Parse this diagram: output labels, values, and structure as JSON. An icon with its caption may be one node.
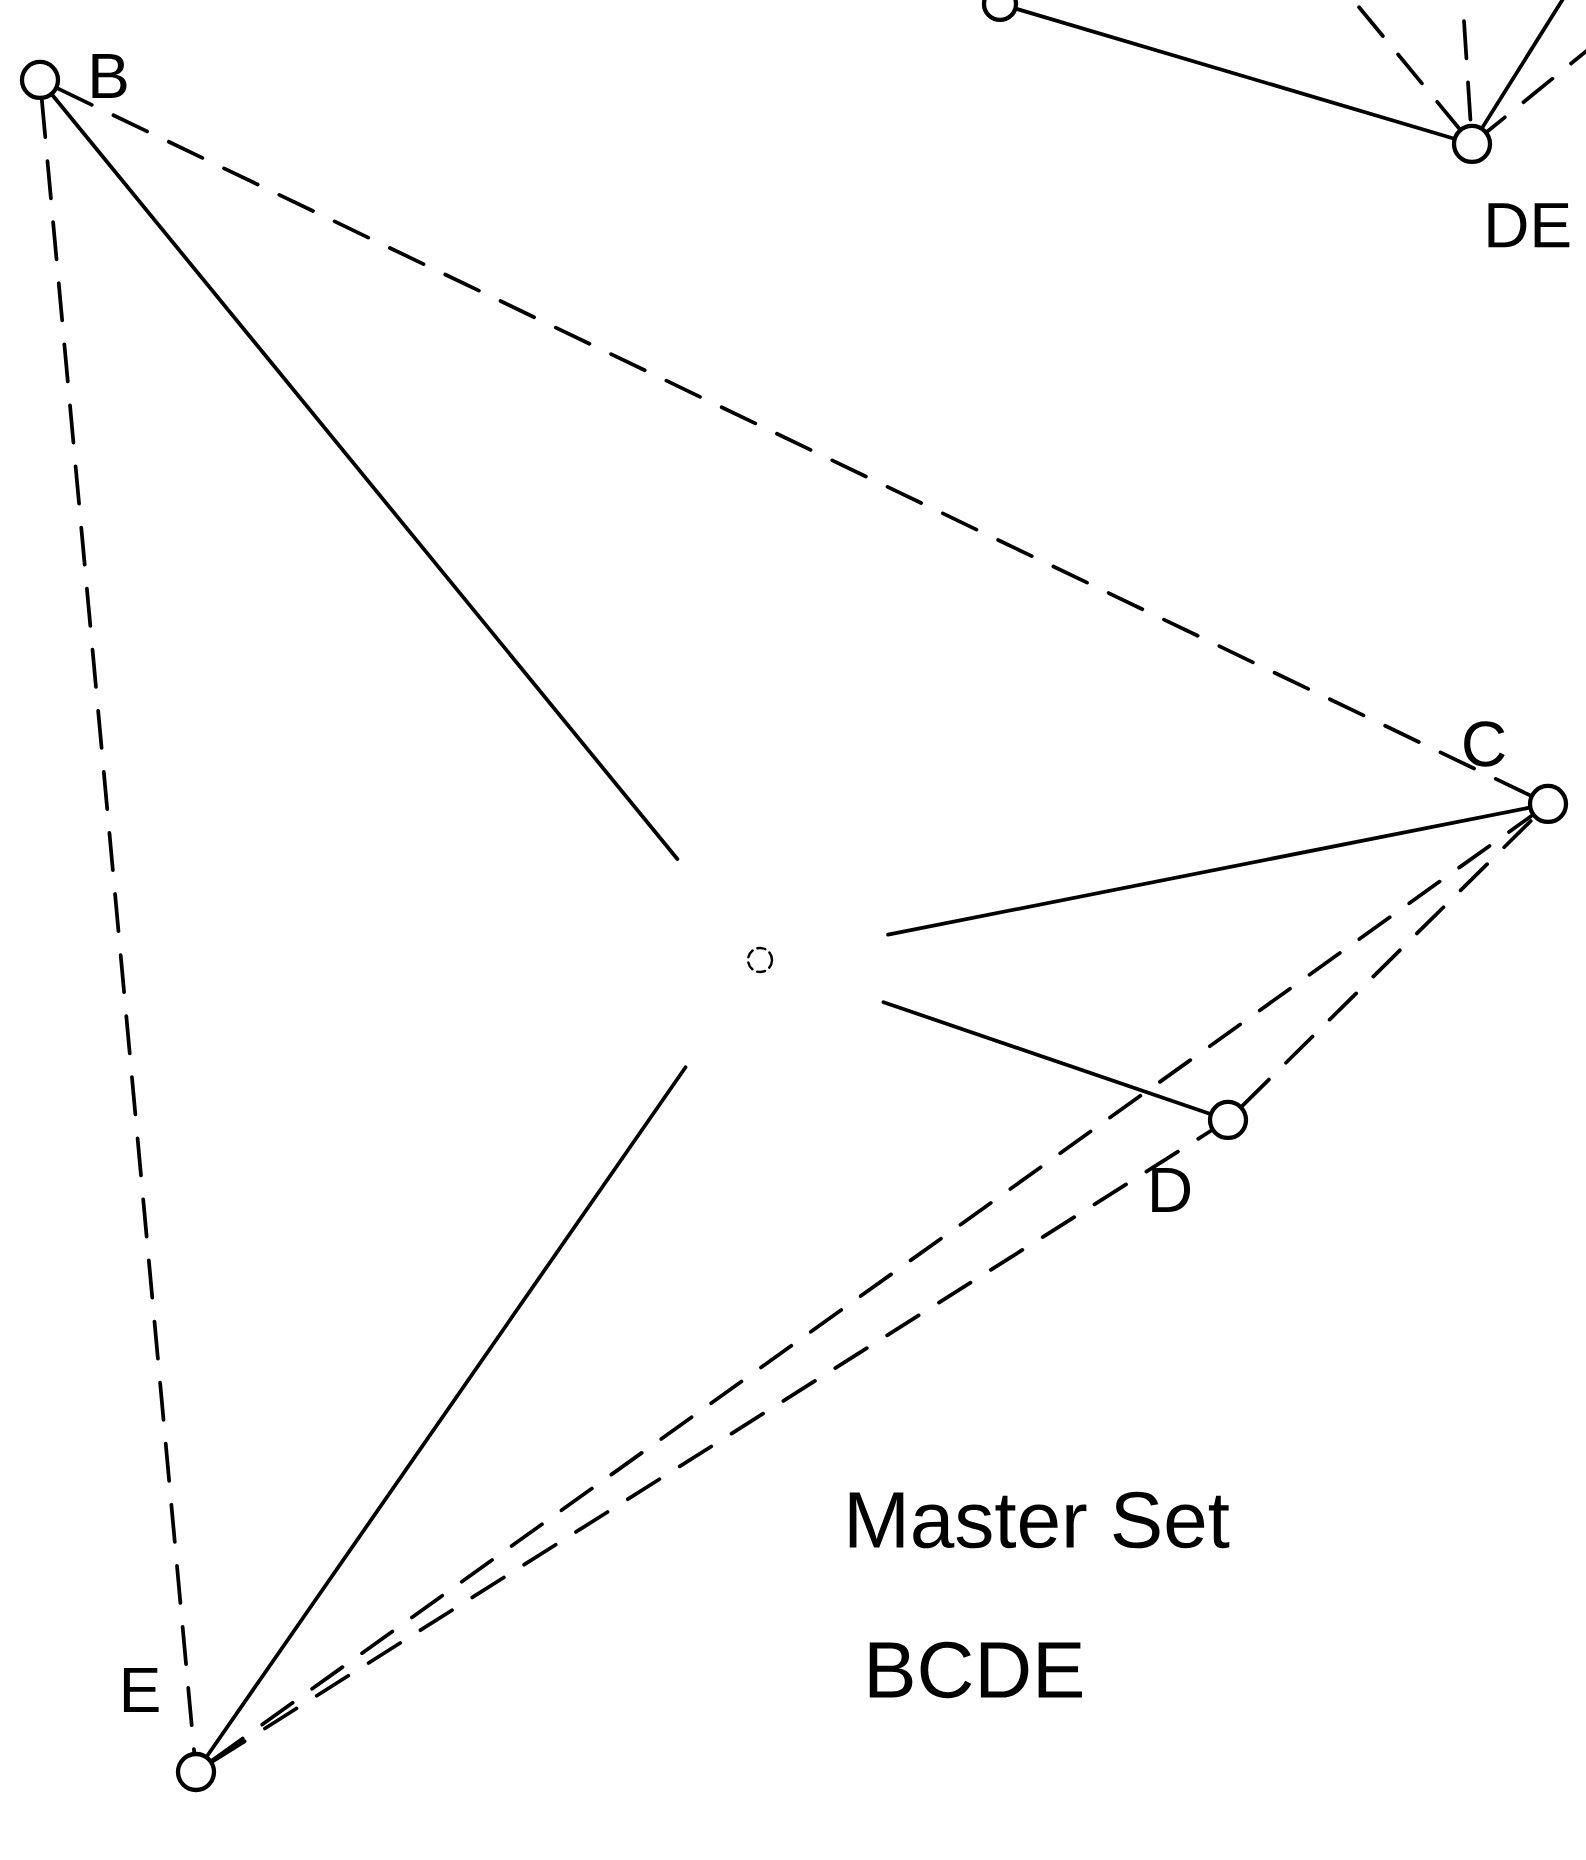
{
  "diagram": {
    "nodes": [
      {
        "text": [],
        "shape": "circle"
      },
      {
        "text": [],
        "shape": "circle",
        "beside": [
          "DE"
        ]
      },
      {
        "text": [],
        "shape": "circle",
        "beside": [
          "B"
        ]
      },
      {
        "text": [],
        "shape": "circle",
        "beside": [
          "C"
        ]
      },
      {
        "text": [],
        "shape": "circle"
      },
      {
        "text": [],
        "shape": "circle",
        "beside": [
          "D"
        ]
      },
      {
        "text": [],
        "shape": "circle",
        "beside": [
          "E"
        ]
      }
    ],
    "edges": [
      {
        "from": 0,
        "to": 1,
        "arrow": "none"
      },
      {
        "from": null,
        "to": 1,
        "arrow": "none",
        "style": "dashed"
      },
      {
        "from": null,
        "to": 1,
        "arrow": "none",
        "style": "dashed"
      },
      {
        "from": null,
        "to": 1,
        "arrow": "none"
      },
      {
        "from": null,
        "to": 1,
        "arrow": "none",
        "style": "dashed"
      },
      {
        "from": 2,
        "to": 4,
        "arrow": "none"
      },
      {
        "from": 2,
        "to": 3,
        "arrow": "none",
        "style": "dashed"
      },
      {
        "from": 2,
        "to": 6,
        "arrow": "none",
        "style": "dashed"
      },
      {
        "from": 4,
        "to": 3,
        "arrow": "none"
      },
      {
        "from": 4,
        "to": 5,
        "arrow": "none"
      },
      {
        "from": 4,
        "to": 6,
        "arrow": "none"
      },
      {
        "from": 6,
        "to": 3,
        "arrow": "none",
        "style": "dashed"
      },
      {
        "from": 6,
        "to": 5,
        "arrow": "none",
        "style": "dashed"
      },
      {
        "from": 5,
        "to": 3,
        "arrow": "none",
        "style": "dashed"
      }
    ],
    "labels": [
      "Master Set",
      "BCDE"
    ]
  }
}
